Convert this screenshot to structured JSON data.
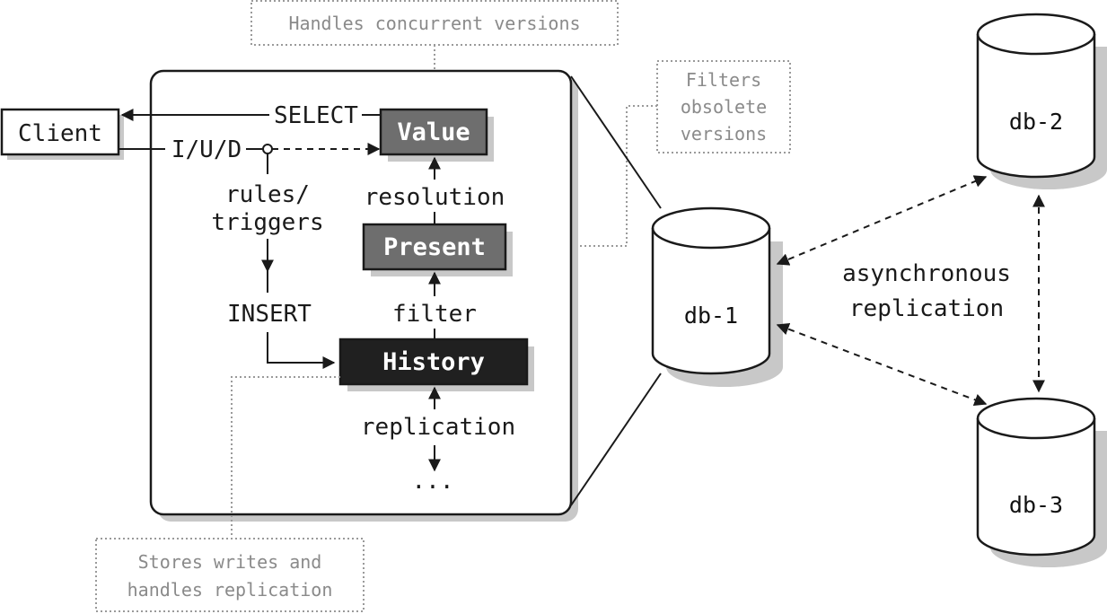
{
  "notes": {
    "concurrent": "Handles concurrent versions",
    "filters_line1": "Filters",
    "filters_line2": "obsolete",
    "filters_line3": "versions",
    "stores_line1": "Stores writes and",
    "stores_line2": "handles replication"
  },
  "client": {
    "label": "Client"
  },
  "edges": {
    "select": "SELECT",
    "iud": "I/U/D",
    "rules_line1": "rules/",
    "rules_line2": "triggers",
    "insert": "INSERT",
    "resolution": "resolution",
    "filter": "filter",
    "replication": "replication",
    "ellipsis": "...",
    "async_line1": "asynchronous",
    "async_line2": "replication"
  },
  "tables": {
    "value": "Value",
    "present": "Present",
    "history": "History"
  },
  "databases": {
    "db1": "db-1",
    "db2": "db-2",
    "db3": "db-3"
  },
  "colors": {
    "value_fill": "#6e6e6e",
    "present_fill": "#6e6e6e",
    "history_fill": "#202020",
    "shadow": "#c8c8c8",
    "note_border": "#9a9a9a"
  }
}
